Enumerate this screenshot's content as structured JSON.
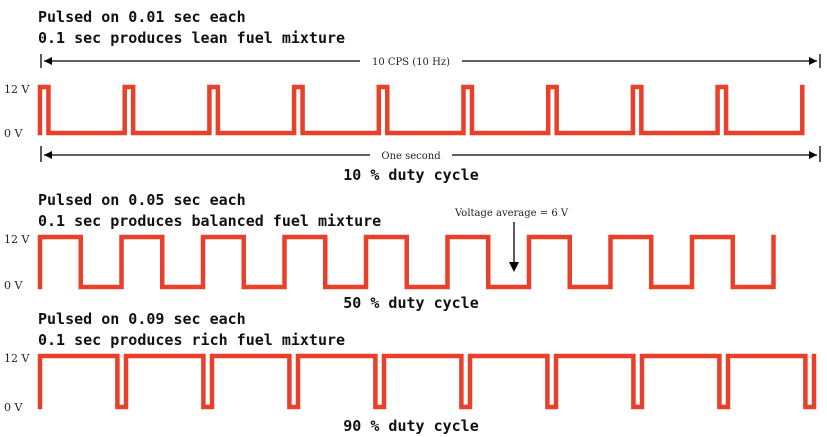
{
  "panels": [
    {
      "heading_line1": "Pulsed on 0.01 sec each",
      "heading_line2": "0.1 sec produces lean fuel mixture",
      "top_label": "10 CPS (10 Hz)",
      "bottom_label": "One second",
      "duty_label": "10 % duty cycle",
      "duty_cycle": 0.1,
      "high_label": "12 V",
      "low_label": "0 V"
    },
    {
      "heading_line1": "Pulsed on 0.05 sec each",
      "heading_line2": "0.1 sec produces balanced fuel mixture",
      "annotation": "Voltage average = 6 V",
      "duty_label": "50 % duty cycle",
      "duty_cycle": 0.5,
      "high_label": "12 V",
      "low_label": "0 V"
    },
    {
      "heading_line1": "Pulsed on 0.09 sec each",
      "heading_line2": "0.1 sec produces rich fuel mixture",
      "duty_label": "90 % duty cycle",
      "duty_cycle": 0.9,
      "high_label": "12 V",
      "low_label": "0 V"
    }
  ],
  "colors": {
    "signal": "#e8402a",
    "text": "#111111"
  }
}
